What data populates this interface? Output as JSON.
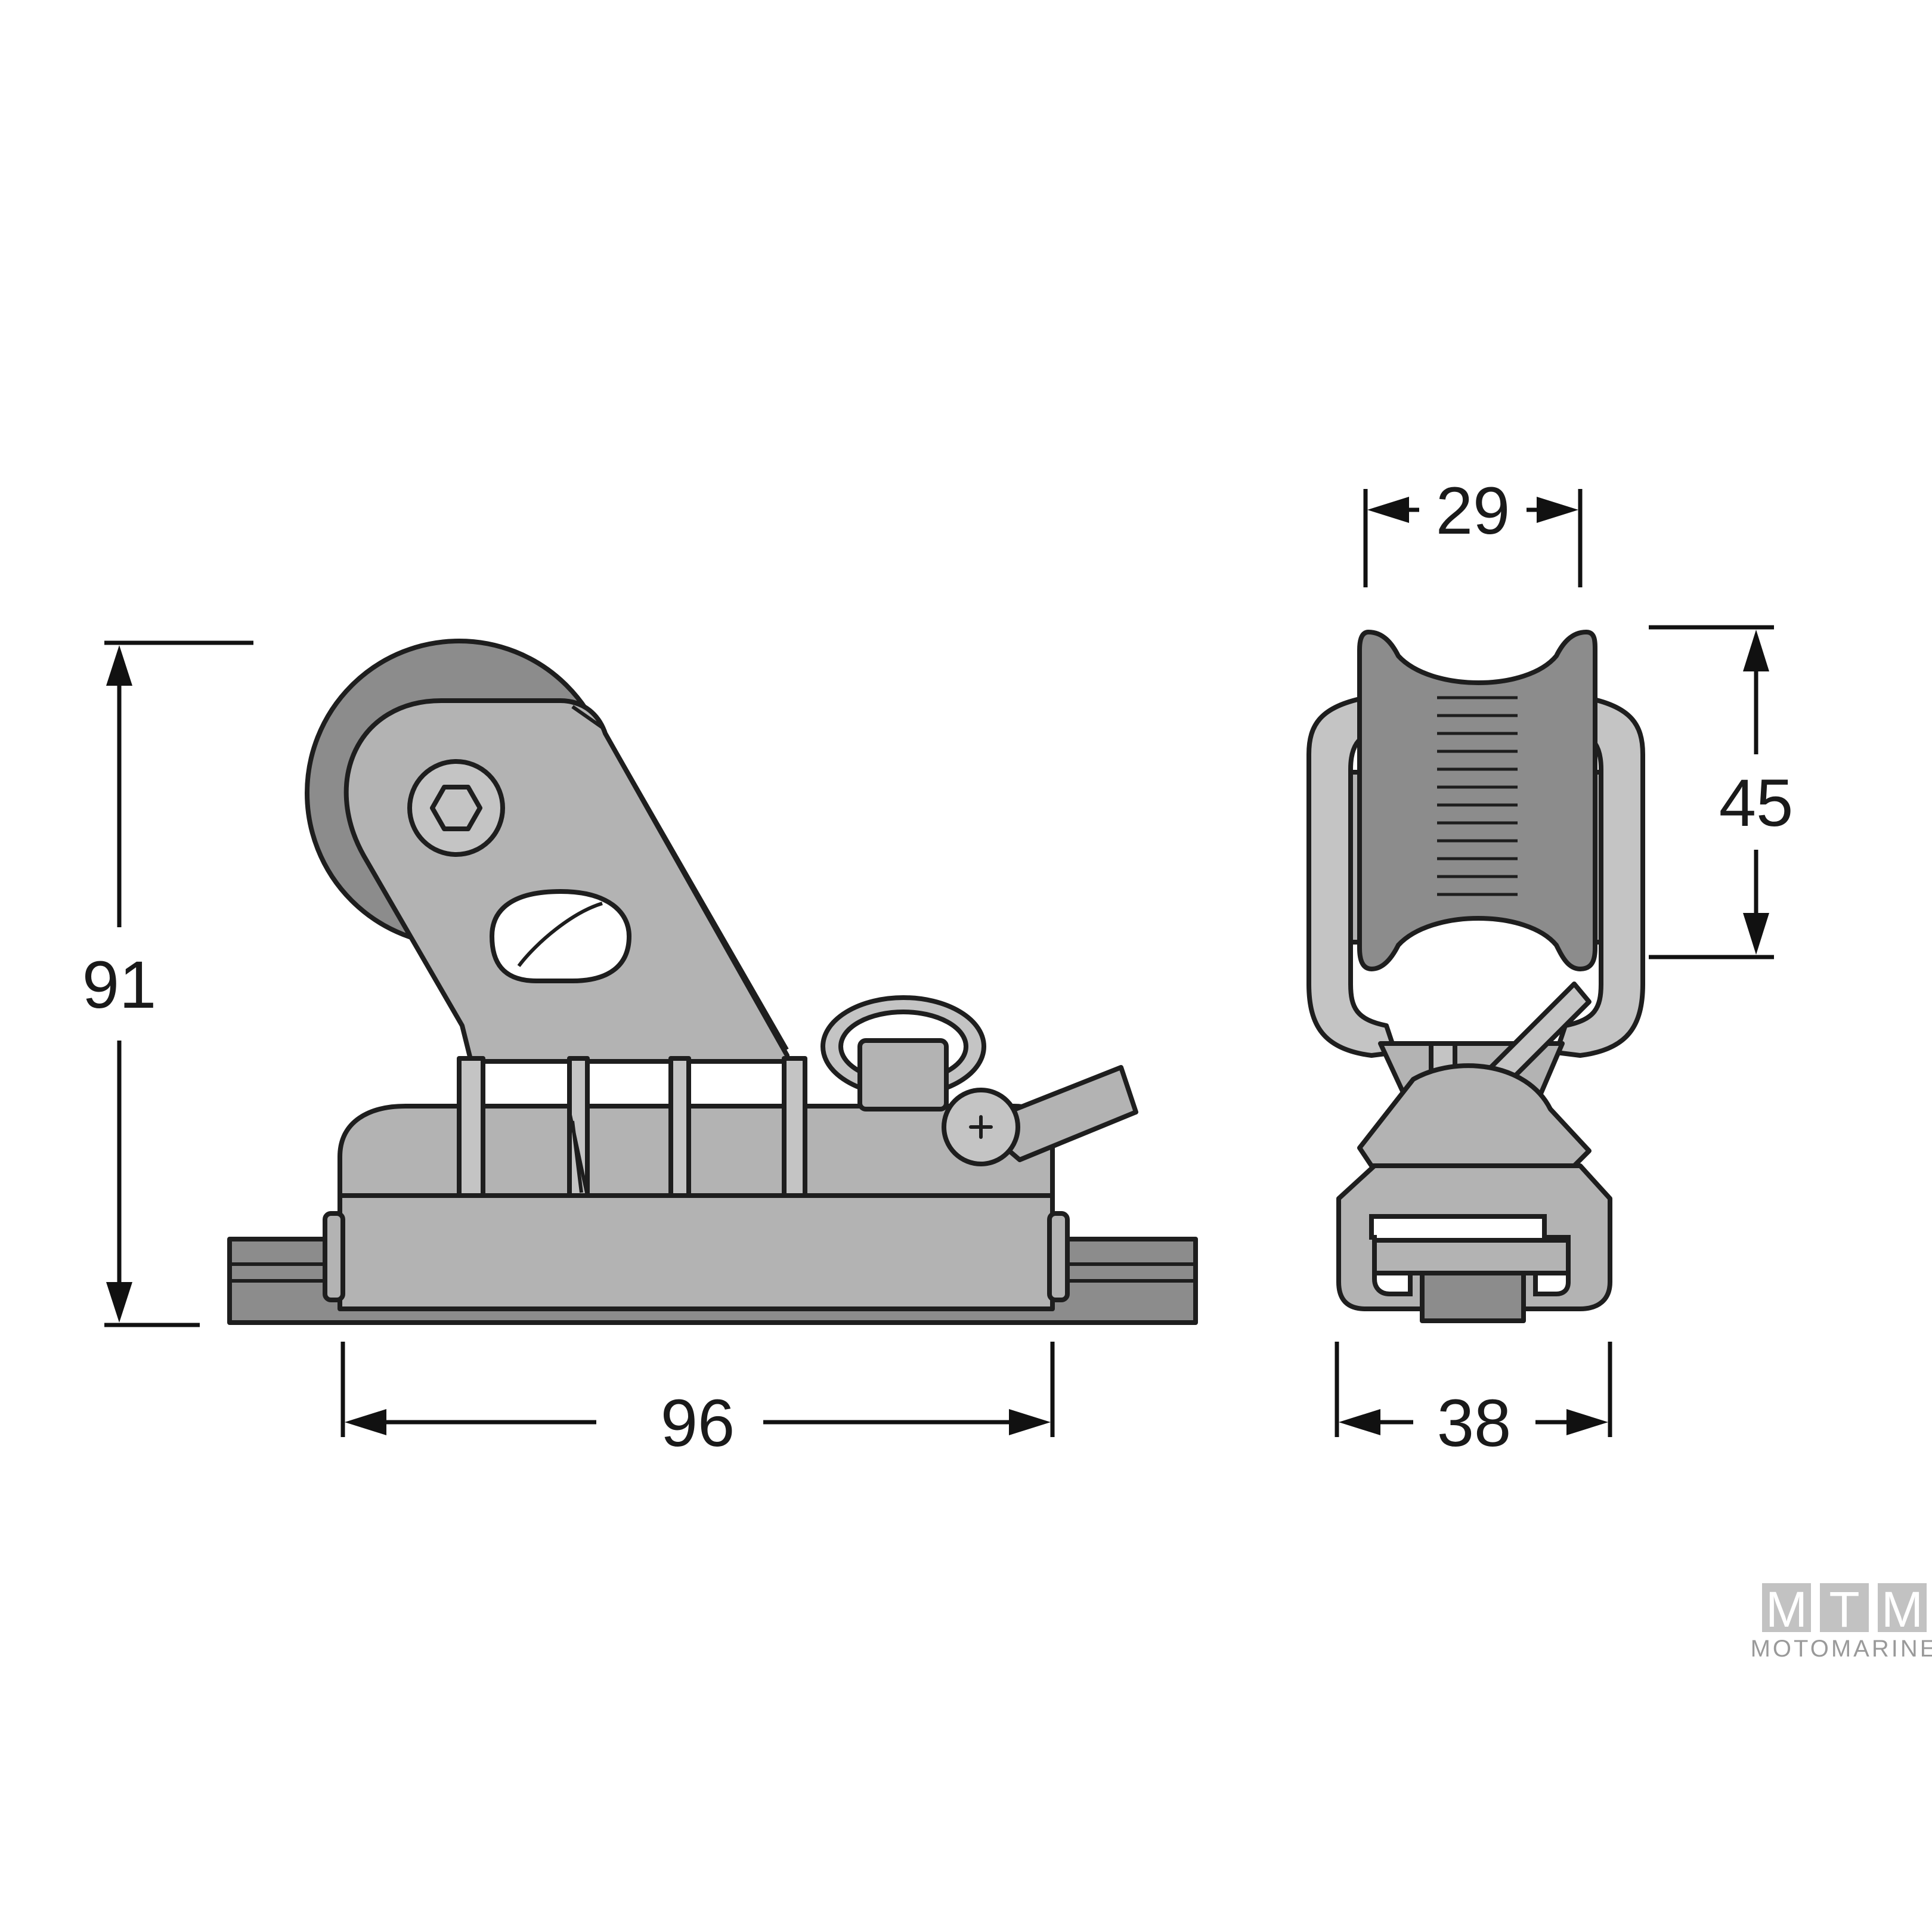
{
  "dimensions": {
    "height_side": "91",
    "length_side": "96",
    "sheave_width": "29",
    "sheave_height": "45",
    "base_width": "38"
  },
  "logo": {
    "letters": [
      "M",
      "T",
      "M"
    ],
    "subtitle": "MOTOMARINE"
  },
  "colors": {
    "part_fill": "#b3b3b3",
    "part_dark": "#8c8c8c",
    "outline": "#1e1e1e",
    "logo_box": "#bfbfbf"
  }
}
